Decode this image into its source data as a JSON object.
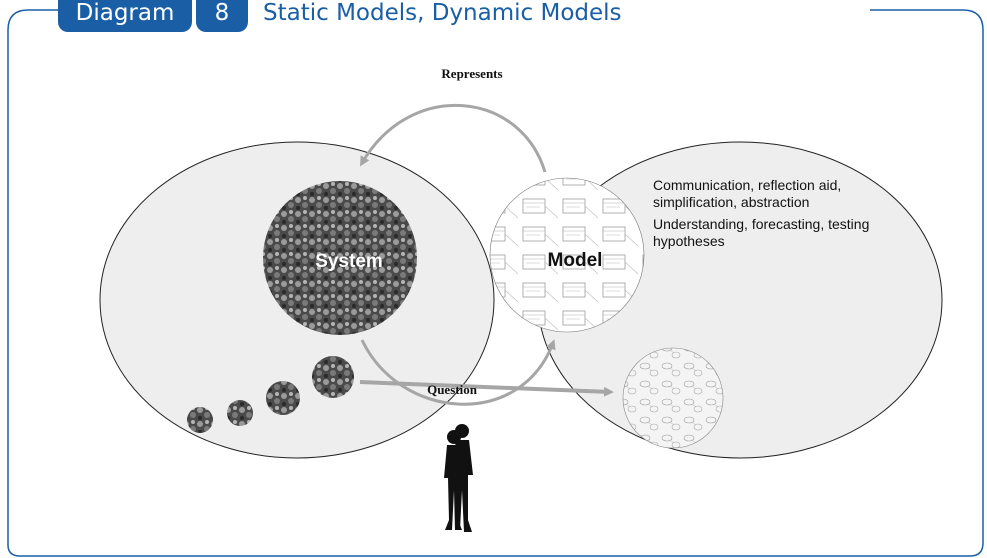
{
  "header": {
    "label": "Diagram",
    "number": "8",
    "title": "Static Models, Dynamic Models"
  },
  "diagram": {
    "represents_label": "Represents",
    "question_label": "Question",
    "system_label": "System",
    "model_label": "Model",
    "notes": [
      "Communication,  reflection aid, simplification, abstraction",
      "Understanding, forecasting,  testing hypotheses"
    ]
  },
  "colors": {
    "accent": "#1a5ea6",
    "circle_fill": "#eeeeee",
    "arrow": "#a6a6a6"
  },
  "icons": [
    "people-crowd-texture",
    "uml-diagram-texture",
    "network-diagram-texture",
    "standing-person-silhouette-icon"
  ]
}
